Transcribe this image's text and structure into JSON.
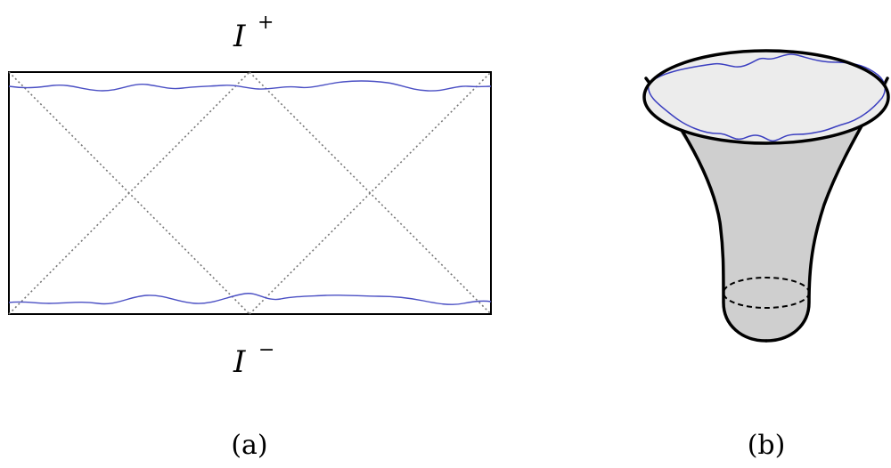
{
  "panel_a": {
    "top_label": {
      "symbol": "I",
      "superscript": "+"
    },
    "bottom_label": {
      "symbol": "I",
      "superscript": "−"
    },
    "caption": "(a)"
  },
  "panel_b": {
    "caption": "(b)"
  },
  "colors": {
    "curve": "#4a4fc4",
    "outline": "#000000",
    "dotted": "#666666",
    "surface_fill": "#cfcfcf",
    "top_disk_fill": "#ececec"
  }
}
